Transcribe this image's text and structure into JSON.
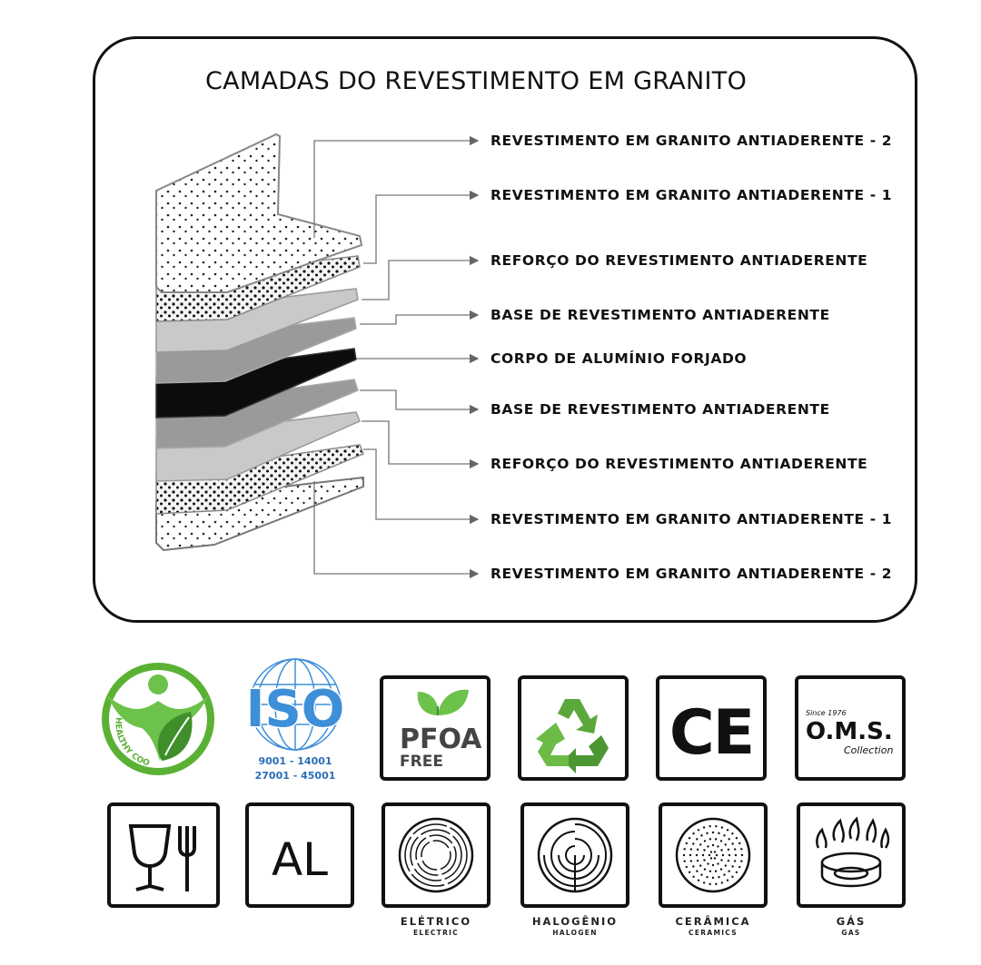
{
  "title": "CAMADAS DO REVESTIMENTO EM GRANITO",
  "layers": [
    {
      "label": "REVESTIMENTO EM GRANITO ANTIADERENTE - 2"
    },
    {
      "label": "REVESTIMENTO EM GRANITO ANTIADERENTE - 1"
    },
    {
      "label": "REFORÇO DO REVESTIMENTO ANTIADERENTE"
    },
    {
      "label": "BASE DE REVESTIMENTO ANTIADERENTE"
    },
    {
      "label": "CORPO DE ALUMÍNIO FORJADO"
    },
    {
      "label": "BASE DE REVESTIMENTO ANTIADERENTE"
    },
    {
      "label": "REFORÇO DO REVESTIMENTO ANTIADERENTE"
    },
    {
      "label": "REVESTIMENTO EM GRANITO ANTIADERENTE - 1"
    },
    {
      "label": "REVESTIMENTO EM GRANITO ANTIADERENTE - 2"
    }
  ],
  "badges": {
    "healthy": {
      "text": "HEALTHY COOKING",
      "color": "#5bb134",
      "icon": "healthy-cooking-logo"
    },
    "iso": {
      "text": "ISO",
      "line1": "9001 - 14001",
      "line2": "27001 - 45001",
      "color": "#3d8fd8",
      "icon": "globe-icon"
    },
    "pfoa": {
      "title": "PFOA",
      "sub": "FREE",
      "leaf_color": "#6cc24a",
      "icon": "leaf-icon"
    },
    "recycle": {
      "color": "#5aa83c",
      "icon": "recycle-icon"
    },
    "ce": {
      "text": "CE",
      "icon": "ce-mark"
    },
    "oms": {
      "since": "Since 1976",
      "name": "O.M.S.",
      "collection": "Collection",
      "icon": "oms-logo"
    },
    "food_safe": {
      "icon": "glass-fork-icon"
    },
    "al": {
      "text": "AL"
    },
    "electric": {
      "label": "ELÉTRICO",
      "sub": "ELECTRIC",
      "icon": "electric-hob-icon"
    },
    "halogen": {
      "label": "HALOGÊNIO",
      "sub": "HALOGEN",
      "icon": "halogen-hob-icon"
    },
    "ceramic": {
      "label": "CERÂMICA",
      "sub": "CERAMICS",
      "icon": "ceramic-hob-icon"
    },
    "gas": {
      "label": "GÁS",
      "sub": "GAS",
      "icon": "gas-burner-icon"
    }
  }
}
